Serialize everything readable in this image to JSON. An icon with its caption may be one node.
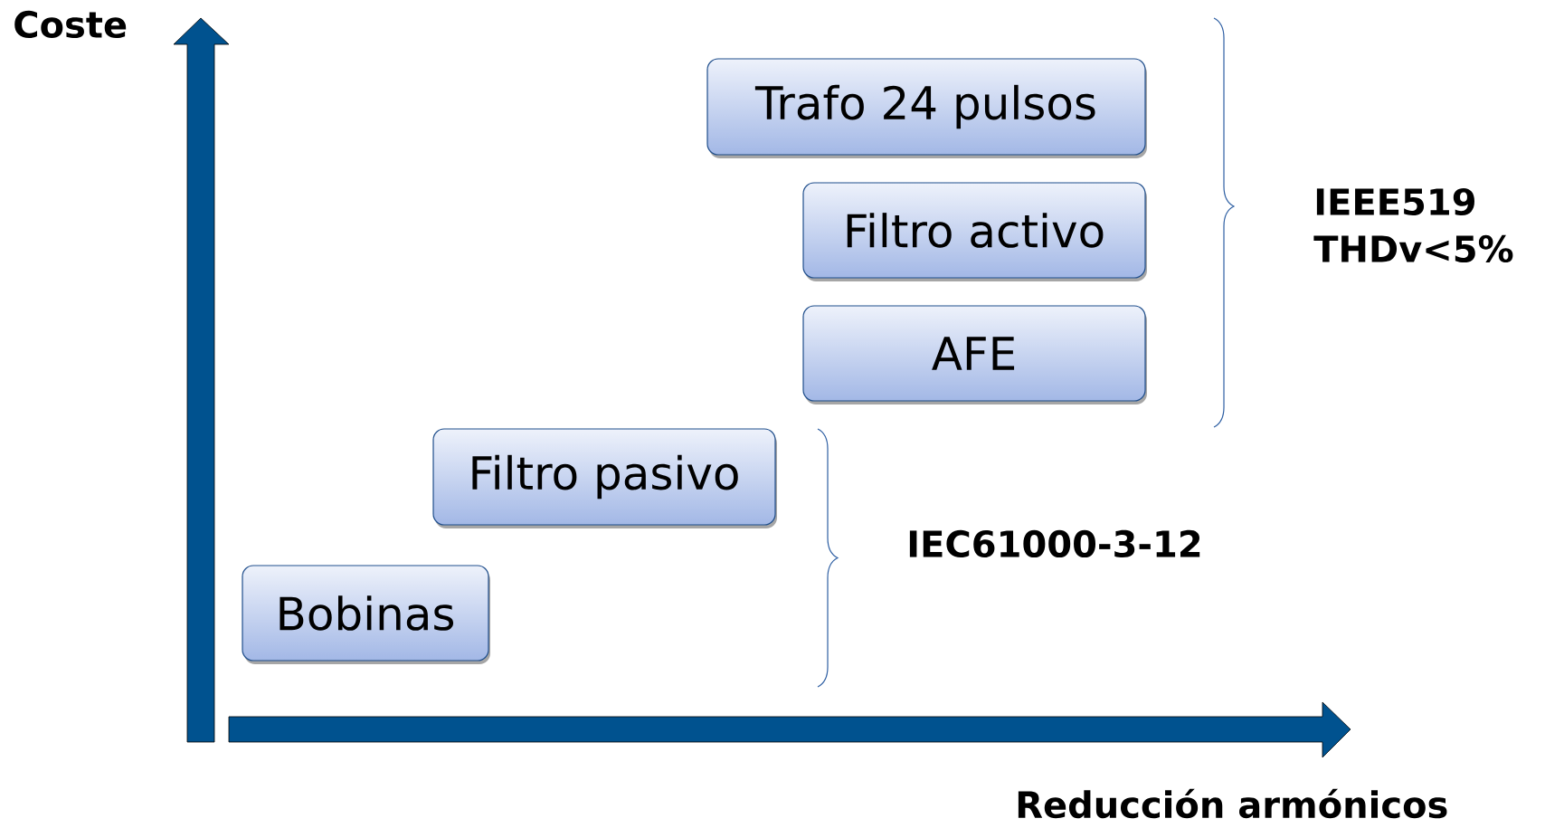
{
  "diagram": {
    "nodes": [
      {
        "text": [
          "Trafo 24 pulsos"
        ]
      },
      {
        "text": [
          "Filtro activo"
        ]
      },
      {
        "text": [
          "AFE"
        ]
      },
      {
        "text": [
          "Filtro pasivo"
        ]
      },
      {
        "text": [
          "Bobinas"
        ]
      }
    ],
    "labels": [
      "Coste",
      "IEEE519",
      "THDv<5%",
      "IEC61000-3-12",
      "Reducción armónicos"
    ]
  }
}
